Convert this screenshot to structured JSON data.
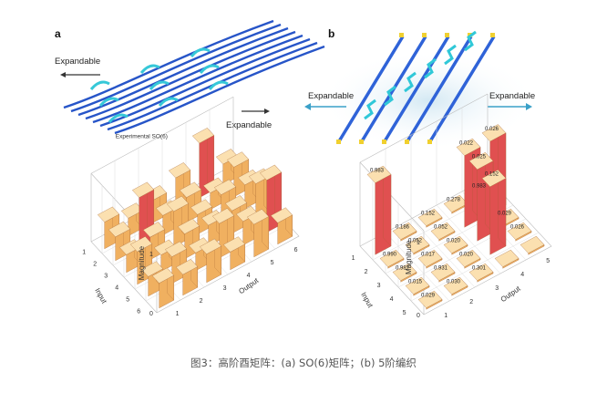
{
  "panel_a": {
    "letter": "a",
    "expand_left": "Expandable",
    "expand_right": "Expandable"
  },
  "panel_b": {
    "letter": "b",
    "expand_left": "Expandable",
    "expand_right": "Expandable"
  },
  "chart_data": [
    {
      "type": "bar3d",
      "title": "Experimental SO(6)",
      "zlabel": "Magnitude",
      "xlabel": "Output",
      "ylabel": "Input",
      "x_ticks": [
        "1",
        "2",
        "3",
        "4",
        "5",
        "6"
      ],
      "y_ticks": [
        "1",
        "2",
        "3",
        "4",
        "5",
        "6"
      ],
      "z_ticks": [
        "0",
        "1"
      ],
      "colors": {
        "low": "#f0b060",
        "high": "#e05050"
      },
      "values": [
        [
          0.45,
          0.3,
          0.38,
          0.55,
          0.92,
          0.35
        ],
        [
          0.4,
          0.85,
          0.33,
          0.42,
          0.28,
          0.5
        ],
        [
          0.3,
          0.38,
          0.6,
          0.33,
          0.45,
          0.4
        ],
        [
          0.55,
          0.28,
          0.42,
          0.35,
          0.38,
          0.62
        ],
        [
          0.33,
          0.45,
          0.3,
          0.58,
          0.4,
          0.88
        ],
        [
          0.42,
          0.35,
          0.48,
          0.3,
          0.55,
          0.36
        ]
      ]
    },
    {
      "type": "bar3d",
      "zlabel": "Magnitude",
      "xlabel": "Output",
      "ylabel": "Input",
      "x_ticks": [
        "1",
        "2",
        "3",
        "4",
        "5"
      ],
      "y_ticks": [
        "1",
        "2",
        "3",
        "4",
        "5"
      ],
      "z_ticks": [
        "0",
        "1"
      ],
      "colors": {
        "low": "#f0b060",
        "high": "#e05050"
      },
      "values": [
        [
          0.983,
          0.0,
          0.0,
          0.0,
          0.0
        ],
        [
          0.0,
          0.0,
          0.0,
          0.983,
          0.99
        ],
        [
          0.0,
          0.0,
          0.0,
          0.981,
          0.0
        ],
        [
          0.0,
          0.0,
          0.0,
          0.931,
          0.0
        ],
        [
          0.0,
          0.0,
          0.0,
          0.0,
          0.0
        ]
      ],
      "data_labels": [
        "0.983",
        "0.186",
        "0.152",
        "0.278",
        "0.983",
        "0.990",
        "0.052",
        "0.052",
        "0.022",
        "0.026",
        "0.981",
        "0.017",
        "0.020",
        "0.025",
        "0.029",
        "0.015",
        "0.931",
        "0.020",
        "0.152",
        "0.026",
        "0.029",
        "0.030",
        "0.301"
      ]
    }
  ],
  "caption": "图3：高阶酉矩阵：(a) SO(6)矩阵；(b) 5阶编织"
}
